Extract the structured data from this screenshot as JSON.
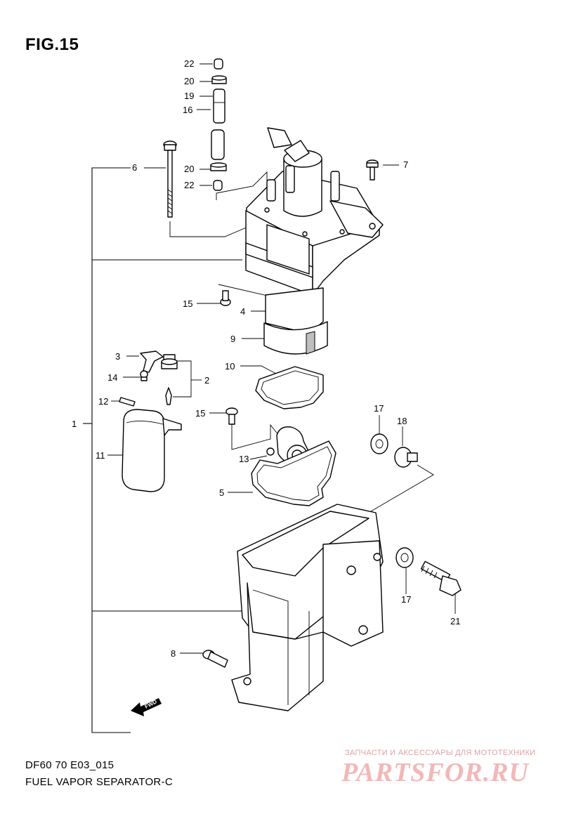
{
  "figure": {
    "title": "FIG.15",
    "code": "DF60 70 E03_015",
    "name": "FUEL VAPOR SEPARATOR-C"
  },
  "watermark": {
    "caption": "ЗАПЧАСТИ И АКСЕССУАРЫ ДЛЯ МОТОТЕХНИКИ",
    "logo": "PARTSFOR.RU"
  },
  "direction_label": "FWD",
  "callouts": [
    "22",
    "20",
    "19",
    "16",
    "6",
    "20",
    "22",
    "7",
    "15",
    "4",
    "9",
    "3",
    "2",
    "14",
    "10",
    "12",
    "1",
    "15",
    "17",
    "18",
    "11",
    "13",
    "5",
    "17",
    "21",
    "8"
  ]
}
